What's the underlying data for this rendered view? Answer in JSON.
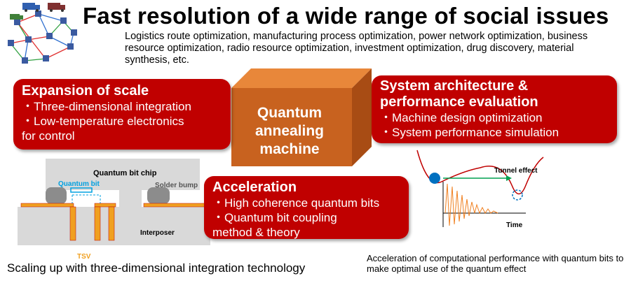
{
  "header": {
    "title": "Fast resolution of a wide range of social issues",
    "subtitle": "Logistics route optimization, manufacturing process optimization, power network optimization, business resource optimization, radio resource optimization, investment optimization, drug discovery, material synthesis, etc."
  },
  "cube": {
    "label_1": "Quantum",
    "label_2": "annealing",
    "label_3": "machine",
    "color": "#c8621f"
  },
  "scale_box": {
    "heading": "Expansion of scale",
    "item_1": "・Three-dimensional integration",
    "item_2": "・Low-temperature electronics",
    "item_2b": "for control"
  },
  "arch_box": {
    "heading_1": "System architecture &",
    "heading_2": "performance evaluation",
    "item_1": "・Machine design optimization",
    "item_2": "・System performance simulation"
  },
  "accel_box": {
    "heading": "Acceleration",
    "item_1": "・High coherence quantum bits",
    "item_2": "・Quantum bit coupling",
    "item_2b": "method & theory"
  },
  "chip_diagram": {
    "chip_label": "Quantum bit chip",
    "qubit_label": "Quantum bit",
    "bump_label": "Solder bump",
    "interposer_label": "Interposer",
    "tsv_label": "TSV"
  },
  "tunnel_diagram": {
    "tunnel_label": "Tunnel effect",
    "time_label": "Time"
  },
  "captions": {
    "left": "Scaling up with three-dimensional integration technology",
    "right": "Acceleration of computational performance with quantum bits to make optimal use of the quantum effect"
  },
  "colors": {
    "red": "#c00000",
    "orange": "#f0a020",
    "blue": "#0070c0",
    "green": "#00a050"
  }
}
